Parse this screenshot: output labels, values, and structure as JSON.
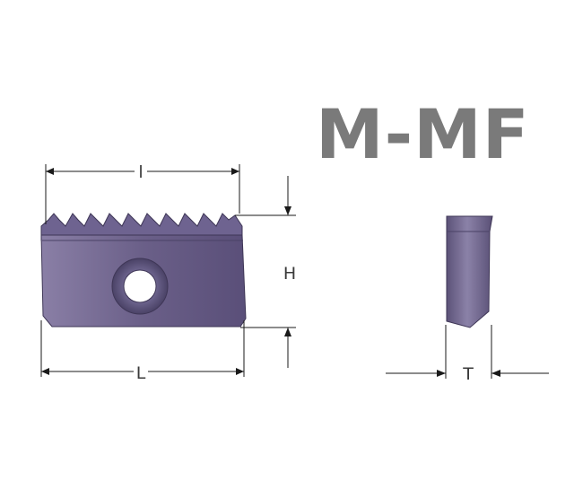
{
  "title": "M-MF",
  "dimensions": {
    "l_small": "l",
    "H": "H",
    "L": "L",
    "T": "T"
  },
  "colors": {
    "insert_body": "#6a5f86",
    "insert_edge": "#3e3656",
    "insert_light": "#8c82a6",
    "title": "#7a7a7a"
  },
  "icons": {
    "insert_front": "threaded-insert-front-view",
    "insert_side": "threaded-insert-side-view",
    "center_hole": "mounting-hole"
  }
}
